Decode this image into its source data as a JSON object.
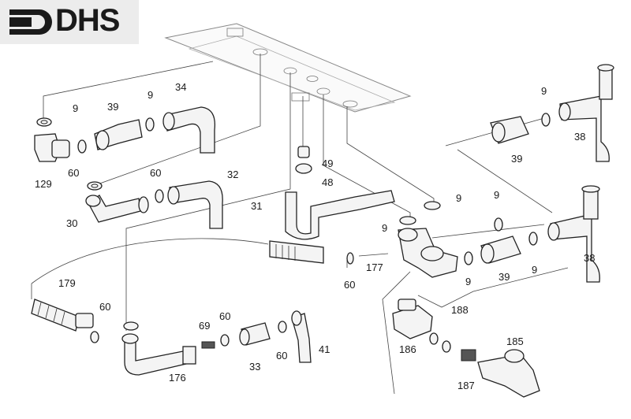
{
  "brand": {
    "logo_text": "DHS"
  },
  "labels": [
    {
      "id": "l9a",
      "text": "9"
    },
    {
      "id": "l39a",
      "text": "39"
    },
    {
      "id": "l9b",
      "text": "9"
    },
    {
      "id": "l34",
      "text": "34"
    },
    {
      "id": "l129",
      "text": "129"
    },
    {
      "id": "l60a",
      "text": "60"
    },
    {
      "id": "l60b",
      "text": "60"
    },
    {
      "id": "l32",
      "text": "32"
    },
    {
      "id": "l30",
      "text": "30"
    },
    {
      "id": "l49",
      "text": "49"
    },
    {
      "id": "l48",
      "text": "48"
    },
    {
      "id": "l31",
      "text": "31"
    },
    {
      "id": "l9c",
      "text": "9"
    },
    {
      "id": "l38a",
      "text": "38"
    },
    {
      "id": "l39b",
      "text": "39"
    },
    {
      "id": "l9d",
      "text": "9"
    },
    {
      "id": "l9e",
      "text": "9"
    },
    {
      "id": "l9f",
      "text": "9"
    },
    {
      "id": "l177",
      "text": "177"
    },
    {
      "id": "l60c",
      "text": "60"
    },
    {
      "id": "l9g",
      "text": "9"
    },
    {
      "id": "l39c",
      "text": "39"
    },
    {
      "id": "l9h",
      "text": "9"
    },
    {
      "id": "l38b",
      "text": "38"
    },
    {
      "id": "l179",
      "text": "179"
    },
    {
      "id": "l60d",
      "text": "60"
    },
    {
      "id": "l69",
      "text": "69"
    },
    {
      "id": "l60e",
      "text": "60"
    },
    {
      "id": "l33",
      "text": "33"
    },
    {
      "id": "l60f",
      "text": "60"
    },
    {
      "id": "l41",
      "text": "41"
    },
    {
      "id": "l176",
      "text": "176"
    },
    {
      "id": "l188",
      "text": "188"
    },
    {
      "id": "l186",
      "text": "186"
    },
    {
      "id": "l185",
      "text": "185"
    },
    {
      "id": "l187",
      "text": "187"
    }
  ]
}
